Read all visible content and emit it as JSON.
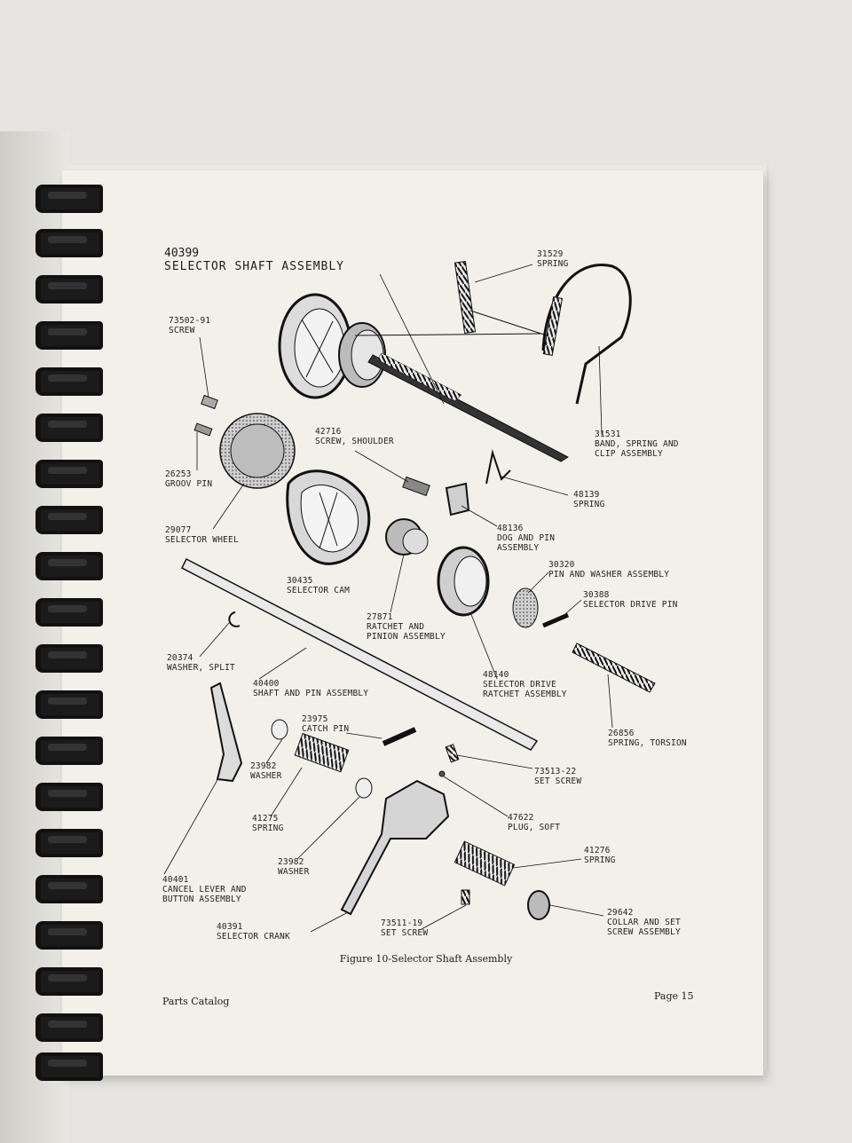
{
  "document": {
    "assembly_number": "40399",
    "assembly_title": "SELECTOR SHAFT ASSEMBLY",
    "figure_caption": "Figure 10-Selector Shaft Assembly",
    "footer_left": "Parts Catalog",
    "footer_right": "Page 15"
  },
  "parts": [
    {
      "number": "31529",
      "name": "SPRING"
    },
    {
      "number": "73502-91",
      "name": "SCREW"
    },
    {
      "number": "31531",
      "name": "BAND, SPRING AND",
      "name2": "CLIP ASSEMBLY"
    },
    {
      "number": "42716",
      "name": "SCREW, SHOULDER"
    },
    {
      "number": "26253",
      "name": "GROOV PIN"
    },
    {
      "number": "48139",
      "name": "SPRING"
    },
    {
      "number": "48136",
      "name": "DOG AND PIN",
      "name2": "ASSEMBLY"
    },
    {
      "number": "29077",
      "name": "SELECTOR WHEEL"
    },
    {
      "number": "30320",
      "name": "PIN AND WASHER ASSEMBLY"
    },
    {
      "number": "30435",
      "name": "SELECTOR CAM"
    },
    {
      "number": "30388",
      "name": "SELECTOR DRIVE PIN"
    },
    {
      "number": "27871",
      "name": "RATCHET AND",
      "name2": "PINION ASSEMBLY"
    },
    {
      "number": "20374",
      "name": "WASHER, SPLIT"
    },
    {
      "number": "48140",
      "name": "SELECTOR DRIVE",
      "name2": "RATCHET ASSEMBLY"
    },
    {
      "number": "40400",
      "name": "SHAFT AND PIN ASSEMBLY"
    },
    {
      "number": "26856",
      "name": "SPRING, TORSION"
    },
    {
      "number": "23975",
      "name": "CATCH PIN"
    },
    {
      "number": "23982",
      "name": "WASHER"
    },
    {
      "number": "73513-22",
      "name": "SET SCREW"
    },
    {
      "number": "47622",
      "name": "PLUG, SOFT"
    },
    {
      "number": "41275",
      "name": "SPRING"
    },
    {
      "number": "41276",
      "name": "SPRING"
    },
    {
      "number": "23982",
      "name": "WASHER"
    },
    {
      "number": "40401",
      "name": "CANCEL LEVER AND",
      "name2": "BUTTON ASSEMBLY"
    },
    {
      "number": "29642",
      "name": "COLLAR AND SET",
      "name2": "SCREW ASSEMBLY"
    },
    {
      "number": "73511-19",
      "name": "SET SCREW"
    },
    {
      "number": "40391",
      "name": "SELECTOR CRANK"
    }
  ]
}
